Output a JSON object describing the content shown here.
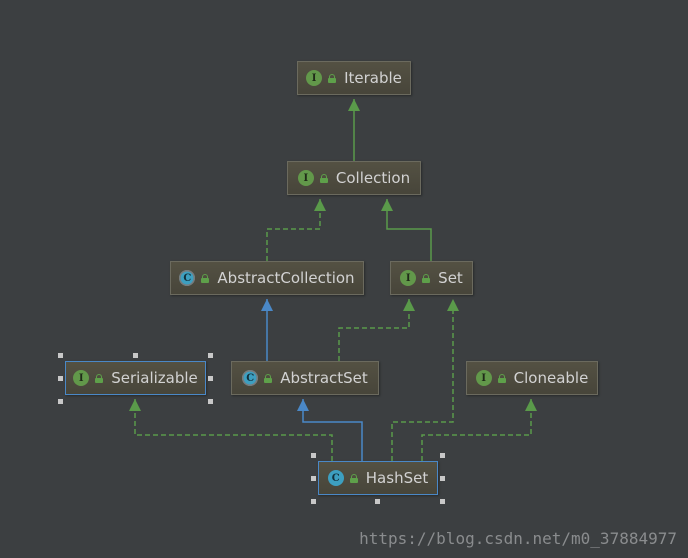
{
  "nodes": [
    {
      "id": "iterable",
      "label": "Iterable",
      "kind": "I",
      "kind_type": "interface",
      "selected": false
    },
    {
      "id": "collection",
      "label": "Collection",
      "kind": "I",
      "kind_type": "interface",
      "selected": false
    },
    {
      "id": "abstractcollection",
      "label": "AbstractCollection",
      "kind": "C",
      "kind_type": "abstract",
      "selected": false
    },
    {
      "id": "set",
      "label": "Set",
      "kind": "I",
      "kind_type": "interface",
      "selected": false
    },
    {
      "id": "serializable",
      "label": "Serializable",
      "kind": "I",
      "kind_type": "interface",
      "selected": true
    },
    {
      "id": "abstractset",
      "label": "AbstractSet",
      "kind": "C",
      "kind_type": "abstract",
      "selected": false
    },
    {
      "id": "cloneable",
      "label": "Cloneable",
      "kind": "I",
      "kind_type": "interface",
      "selected": false
    },
    {
      "id": "hashset",
      "label": "HashSet",
      "kind": "C",
      "kind_type": "class",
      "selected": true
    }
  ],
  "edges": [
    {
      "from": "collection",
      "to": "iterable",
      "type": "extends-interface"
    },
    {
      "from": "abstractcollection",
      "to": "collection",
      "type": "implements"
    },
    {
      "from": "set",
      "to": "collection",
      "type": "extends-interface"
    },
    {
      "from": "abstractset",
      "to": "abstractcollection",
      "type": "extends-class"
    },
    {
      "from": "abstractset",
      "to": "set",
      "type": "implements"
    },
    {
      "from": "hashset",
      "to": "abstractset",
      "type": "extends-class"
    },
    {
      "from": "hashset",
      "to": "set",
      "type": "implements"
    },
    {
      "from": "hashset",
      "to": "serializable",
      "type": "implements"
    },
    {
      "from": "hashset",
      "to": "cloneable",
      "type": "implements"
    }
  ],
  "colors": {
    "background": "#3c3f41",
    "interface_arrow": "#5a9a4a",
    "class_arrow": "#4a88c7",
    "implements_arrow": "#5a9a4a"
  },
  "watermark": "https://blog.csdn.net/m0_37884977"
}
